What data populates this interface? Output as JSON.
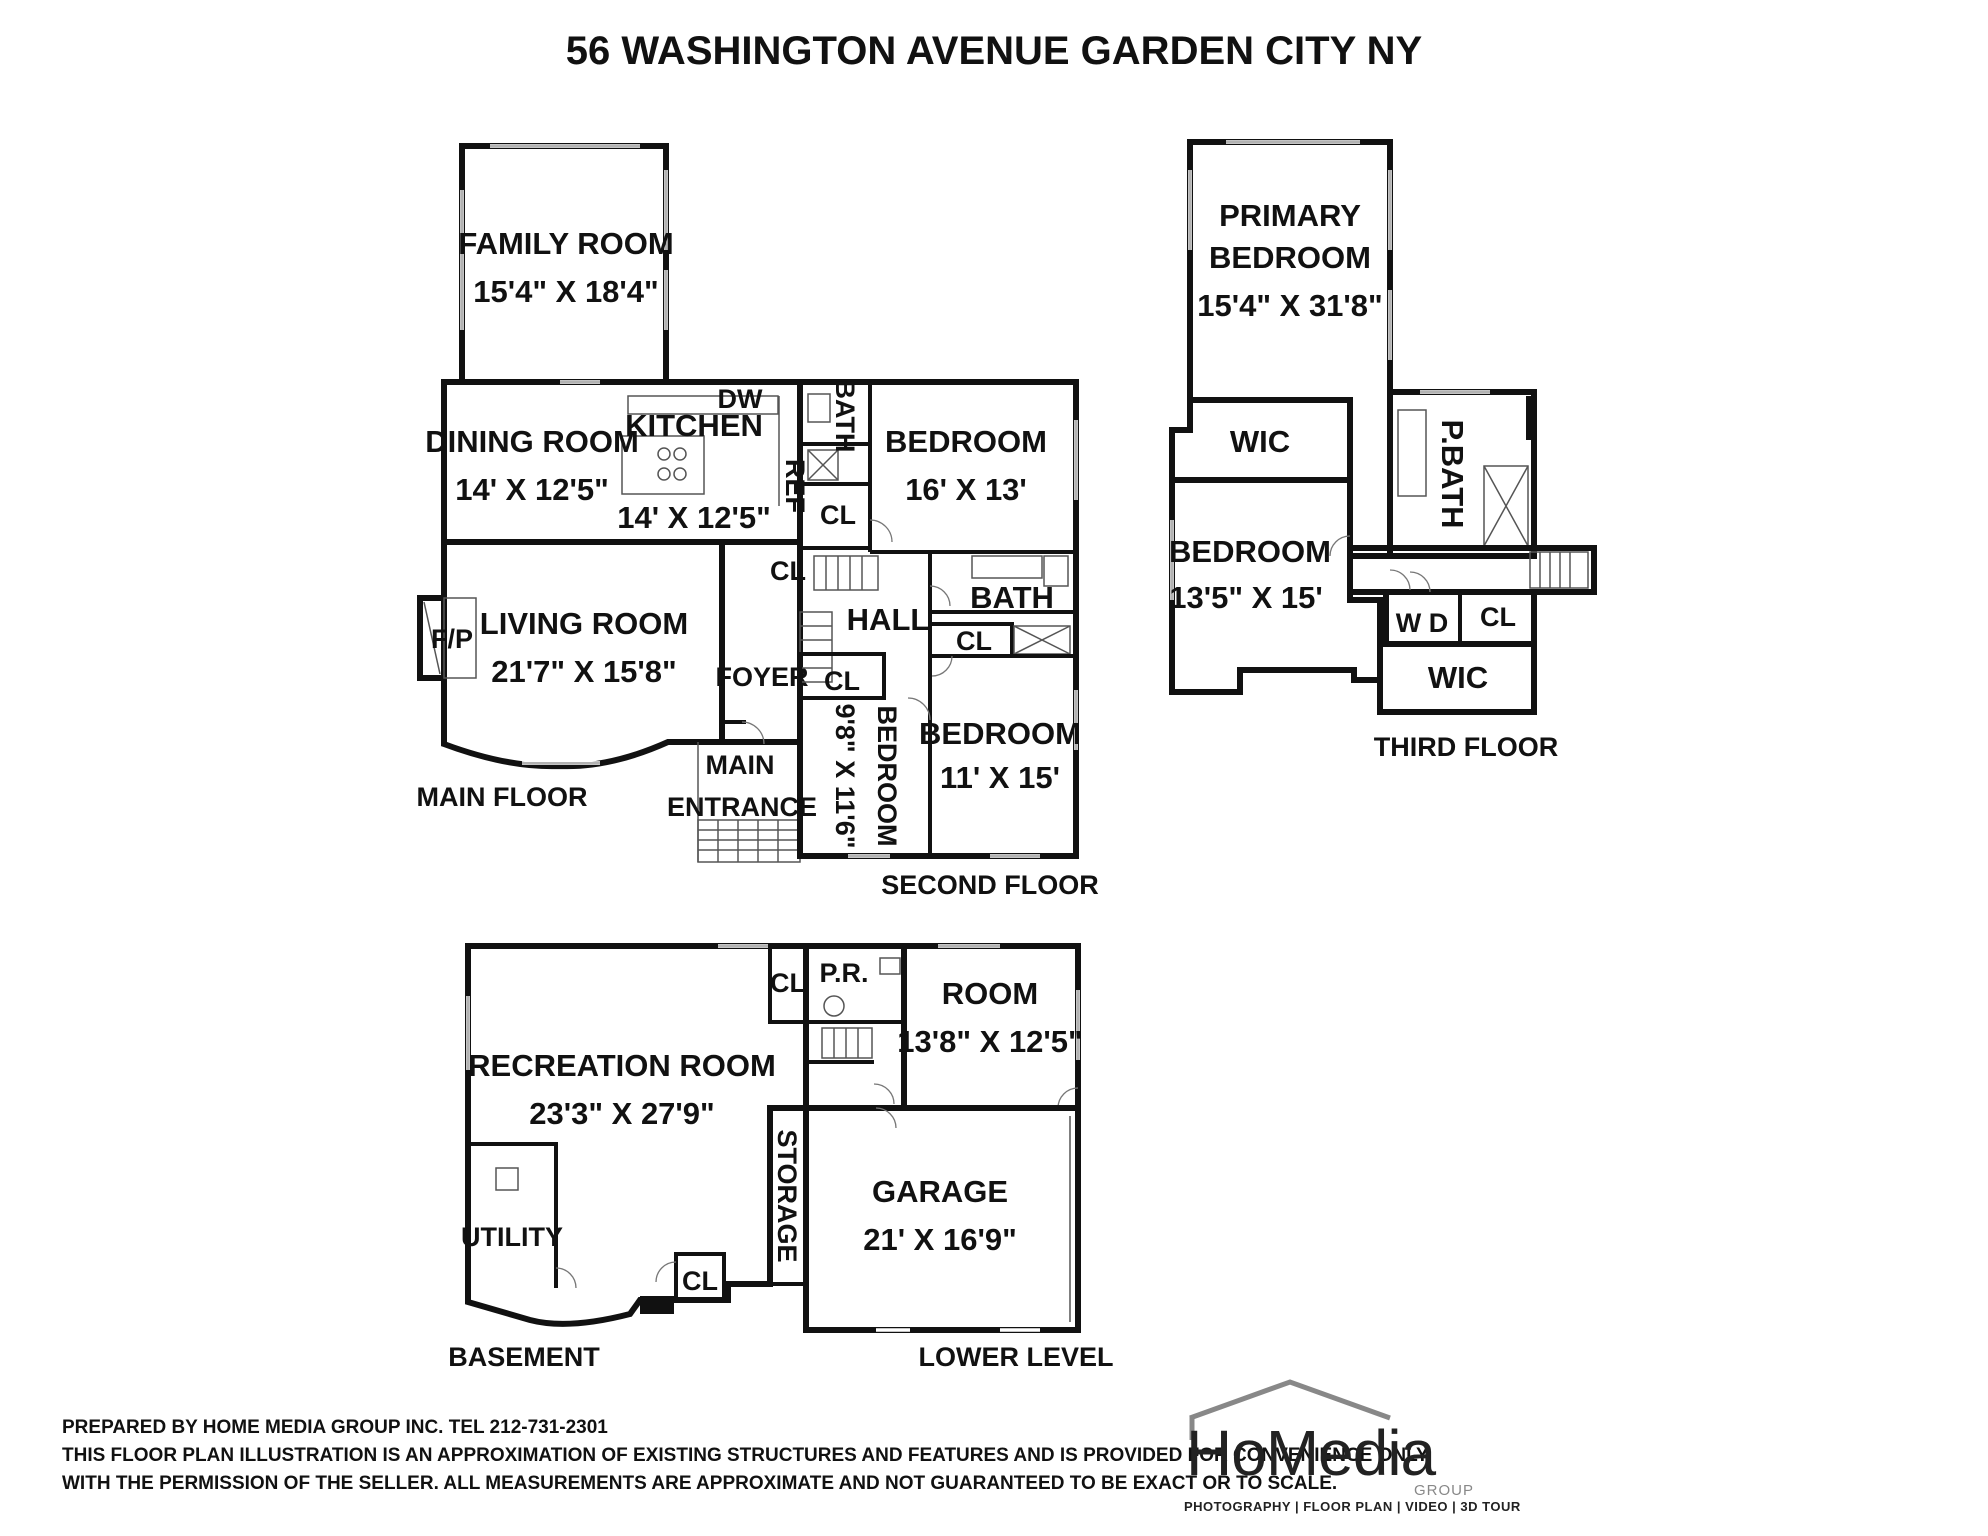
{
  "title": "56 WASHINGTON AVENUE GARDEN CITY NY",
  "floors": {
    "main": "MAIN FLOOR",
    "second": "SECOND FLOOR",
    "third": "THIRD FLOOR",
    "basement": "BASEMENT",
    "lower": "LOWER LEVEL"
  },
  "rooms": {
    "family_room": {
      "name": "FAMILY ROOM",
      "dims": "15'4\" X 18'4\""
    },
    "dining_room": {
      "name": "DINING ROOM",
      "dims": "14' X 12'5\""
    },
    "kitchen": {
      "name": "KITCHEN",
      "dims": "14' X 12'5\""
    },
    "living_room": {
      "name": "LIVING ROOM",
      "dims": "21'7\" X 15'8\""
    },
    "fireplace": "F/P",
    "foyer": "FOYER",
    "main_entrance_1": "MAIN",
    "main_entrance_2": "ENTRANCE",
    "dw": "DW",
    "ref": "REF",
    "bath_small": "BATH",
    "cl": "CL",
    "bedroom_16": {
      "name": "BEDROOM",
      "dims": "16' X 13'"
    },
    "hall": "HALL",
    "bath": "BATH",
    "bedroom_small": {
      "name": "BEDROOM",
      "dims": "9'8\" X 11'6\""
    },
    "bedroom_11": {
      "name": "BEDROOM",
      "dims": "11' X 15'"
    },
    "primary_bedroom": {
      "name1": "PRIMARY",
      "name2": "BEDROOM",
      "dims": "15'4\" X 31'8\""
    },
    "wic": "WIC",
    "pbath": "P.BATH",
    "bedroom_13": {
      "name": "BEDROOM",
      "dims": "13'5\" X 15'"
    },
    "wd": "W D",
    "recreation_room": {
      "name": "RECREATION ROOM",
      "dims": "23'3\" X 27'9\""
    },
    "utility": "UTILITY",
    "storage": "STORAGE",
    "pr": "P.R.",
    "room": {
      "name": "ROOM",
      "dims": "13'8\" X 12'5\""
    },
    "garage": {
      "name": "GARAGE",
      "dims": "21' X 16'9\""
    }
  },
  "credits": {
    "line1": "PREPARED BY  HOME MEDIA GROUP INC.  TEL 212-731-2301",
    "line2": "THIS FLOOR PLAN ILLUSTRATION IS AN APPROXIMATION OF EXISTING STRUCTURES AND FEATURES AND IS PROVIDED FOR CONVENIENCE ONLY",
    "line3": "WITH THE PERMISSION OF THE SELLER. ALL MEASUREMENTS ARE APPROXIMATE AND NOT GUARANTEED TO BE EXACT OR TO SCALE."
  },
  "logo": {
    "brand": "HoMedia",
    "group": "GROUP",
    "tagline": "PHOTOGRAPHY | FLOOR PLAN | VIDEO | 3D TOUR"
  }
}
